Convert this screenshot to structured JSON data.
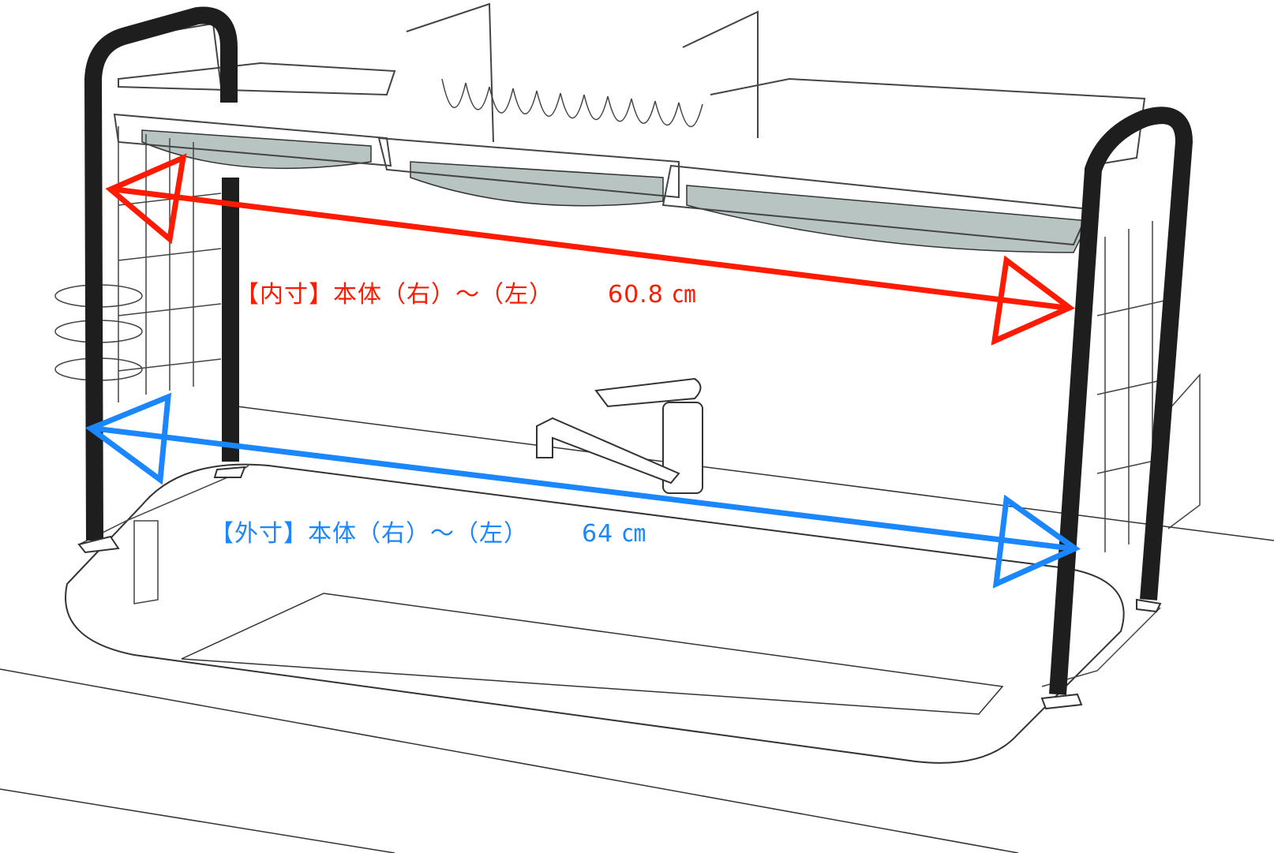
{
  "colors": {
    "inner": "#ff1a00",
    "outer": "#1a86ff",
    "frame": "#1e1e1e",
    "tray": "#b7c4c2"
  },
  "inner_dimension": {
    "label": "【内寸】本体（右）～（左）",
    "value": "60.8 ㎝"
  },
  "outer_dimension": {
    "label": "【外寸】本体（右）～（左）",
    "value": "64 ㎝"
  }
}
